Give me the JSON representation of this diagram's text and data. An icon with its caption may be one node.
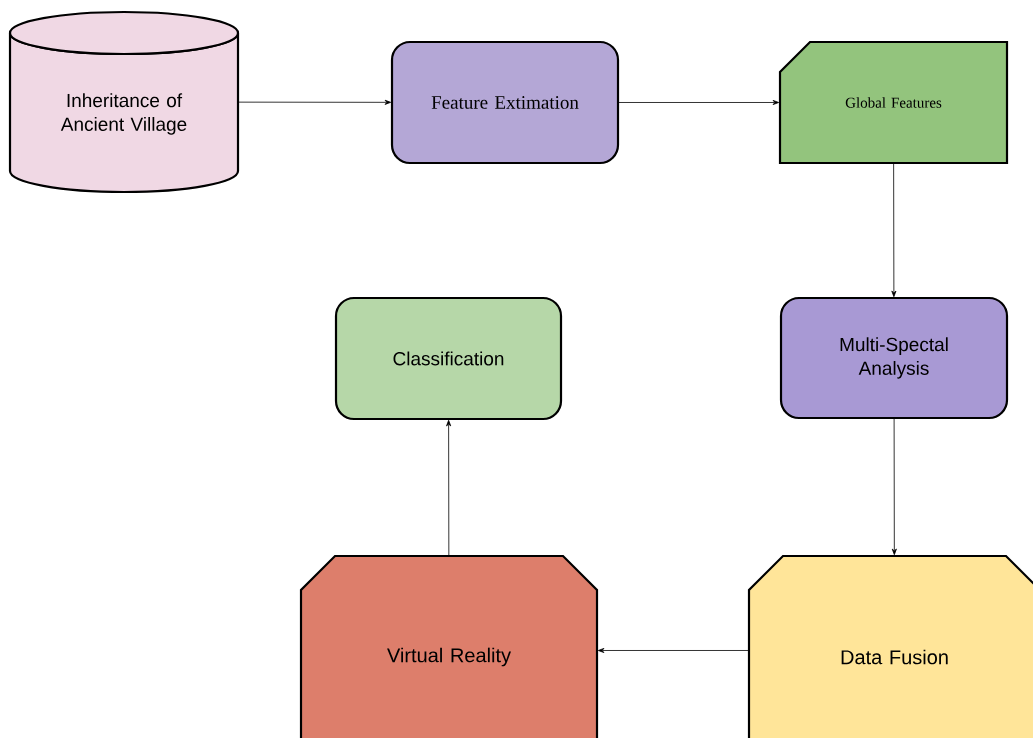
{
  "diagram": {
    "nodes": [
      {
        "text": [
          "Inheritance of Ancient Village"
        ]
      },
      {
        "text": [
          "Feature Extimation"
        ]
      },
      {
        "text": [
          "Global Features"
        ]
      },
      {
        "text": [
          "Multi-Spectal Analysis"
        ]
      },
      {
        "text": [
          "Classification"
        ]
      },
      {
        "text": [
          "Virtual Reality"
        ]
      },
      {
        "text": [
          "Data Fusion"
        ]
      }
    ],
    "edges": [
      {
        "from": 0,
        "to": 1,
        "arrow": "to"
      },
      {
        "from": 1,
        "to": 2,
        "arrow": "to"
      },
      {
        "from": 2,
        "to": 3,
        "arrow": "to"
      },
      {
        "from": 3,
        "to": 6,
        "arrow": "to"
      },
      {
        "from": 6,
        "to": 5,
        "arrow": "to"
      },
      {
        "from": 5,
        "to": 4,
        "arrow": "to"
      }
    ]
  }
}
